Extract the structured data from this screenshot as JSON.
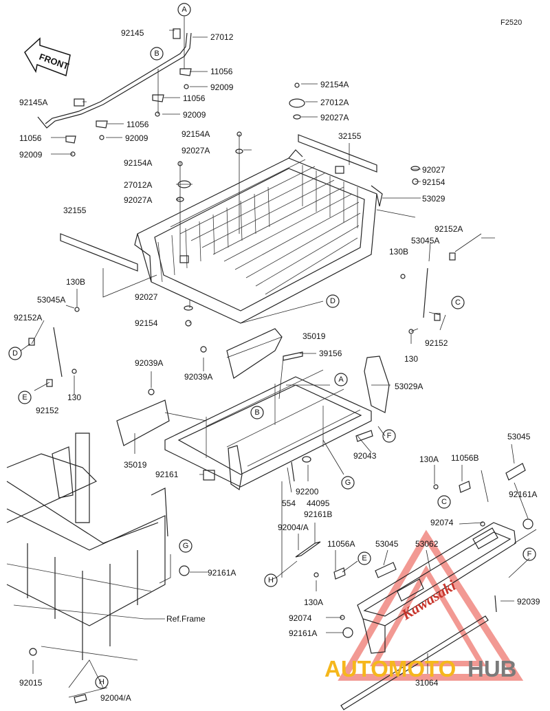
{
  "diagram": {
    "code": "F2520",
    "front_label": "FRONT",
    "brand_label": "Kawasaki",
    "ref_frame_label": "Ref.Frame",
    "part_labels": [
      {
        "id": "p1",
        "text": "92145"
      },
      {
        "id": "p2",
        "text": "27012"
      },
      {
        "id": "p3",
        "text": "11056"
      },
      {
        "id": "p4",
        "text": "92009"
      },
      {
        "id": "p5",
        "text": "11056"
      },
      {
        "id": "p6",
        "text": "92009"
      },
      {
        "id": "p7",
        "text": "92145A"
      },
      {
        "id": "p8",
        "text": "11056"
      },
      {
        "id": "p9",
        "text": "92009"
      },
      {
        "id": "p10",
        "text": "11056"
      },
      {
        "id": "p11",
        "text": "92009"
      },
      {
        "id": "p12",
        "text": "92154A"
      },
      {
        "id": "p13",
        "text": "27012A"
      },
      {
        "id": "p14",
        "text": "92027A"
      },
      {
        "id": "p15",
        "text": "32155"
      },
      {
        "id": "p16",
        "text": "92154A"
      },
      {
        "id": "p17",
        "text": "92027A"
      },
      {
        "id": "p18",
        "text": "92154A"
      },
      {
        "id": "p19",
        "text": "27012A"
      },
      {
        "id": "p20",
        "text": "92027A"
      },
      {
        "id": "p21",
        "text": "92027"
      },
      {
        "id": "p22",
        "text": "92154"
      },
      {
        "id": "p23",
        "text": "53029"
      },
      {
        "id": "p24",
        "text": "32155"
      },
      {
        "id": "p25",
        "text": "92152A"
      },
      {
        "id": "p26",
        "text": "53045A"
      },
      {
        "id": "p27",
        "text": "130B"
      },
      {
        "id": "p28",
        "text": "130B"
      },
      {
        "id": "p29",
        "text": "53045A"
      },
      {
        "id": "p30",
        "text": "92152A"
      },
      {
        "id": "p31",
        "text": "92027"
      },
      {
        "id": "p32",
        "text": "92154"
      },
      {
        "id": "p33",
        "text": "35019"
      },
      {
        "id": "p34",
        "text": "92152"
      },
      {
        "id": "p35",
        "text": "130"
      },
      {
        "id": "p36",
        "text": "92039A"
      },
      {
        "id": "p37",
        "text": "39156"
      },
      {
        "id": "p38",
        "text": "92039A"
      },
      {
        "id": "p39",
        "text": "53029A"
      },
      {
        "id": "p40",
        "text": "130"
      },
      {
        "id": "p41",
        "text": "92152"
      },
      {
        "id": "p42",
        "text": "35019"
      },
      {
        "id": "p43",
        "text": "92043"
      },
      {
        "id": "p44",
        "text": "53045"
      },
      {
        "id": "p45",
        "text": "130A"
      },
      {
        "id": "p46",
        "text": "11056B"
      },
      {
        "id": "p47",
        "text": "92161"
      },
      {
        "id": "p48",
        "text": "554"
      },
      {
        "id": "p49",
        "text": "92200"
      },
      {
        "id": "p50",
        "text": "92161A"
      },
      {
        "id": "p51",
        "text": "44095"
      },
      {
        "id": "p52",
        "text": "92161B"
      },
      {
        "id": "p53",
        "text": "92074"
      },
      {
        "id": "p54",
        "text": "92004/A"
      },
      {
        "id": "p55",
        "text": "11056A"
      },
      {
        "id": "p56",
        "text": "53045"
      },
      {
        "id": "p57",
        "text": "53062"
      },
      {
        "id": "p58",
        "text": "92161A"
      },
      {
        "id": "p59",
        "text": "130A"
      },
      {
        "id": "p60",
        "text": "92039"
      },
      {
        "id": "p61",
        "text": "92074"
      },
      {
        "id": "p62",
        "text": "92161A"
      },
      {
        "id": "p63",
        "text": "92015"
      },
      {
        "id": "p64",
        "text": "31064"
      },
      {
        "id": "p65",
        "text": "92004/A"
      }
    ],
    "circle_refs": [
      {
        "id": "c1",
        "text": "A"
      },
      {
        "id": "c2",
        "text": "B"
      },
      {
        "id": "c3",
        "text": "D"
      },
      {
        "id": "c4",
        "text": "C"
      },
      {
        "id": "c5",
        "text": "D"
      },
      {
        "id": "c6",
        "text": "E"
      },
      {
        "id": "c7",
        "text": "A"
      },
      {
        "id": "c8",
        "text": "B"
      },
      {
        "id": "c9",
        "text": "F"
      },
      {
        "id": "c10",
        "text": "G"
      },
      {
        "id": "c11",
        "text": "C"
      },
      {
        "id": "c12",
        "text": "F"
      },
      {
        "id": "c13",
        "text": "G"
      },
      {
        "id": "c14",
        "text": "E"
      },
      {
        "id": "c15",
        "text": "H"
      },
      {
        "id": "c16",
        "text": "H"
      }
    ],
    "watermark": {
      "part1": "AUTOMOTO",
      "part2": "HUB",
      "color1": "#f5b71c",
      "color2": "#7a7a7a",
      "triangle_color": "#e8473c"
    }
  }
}
